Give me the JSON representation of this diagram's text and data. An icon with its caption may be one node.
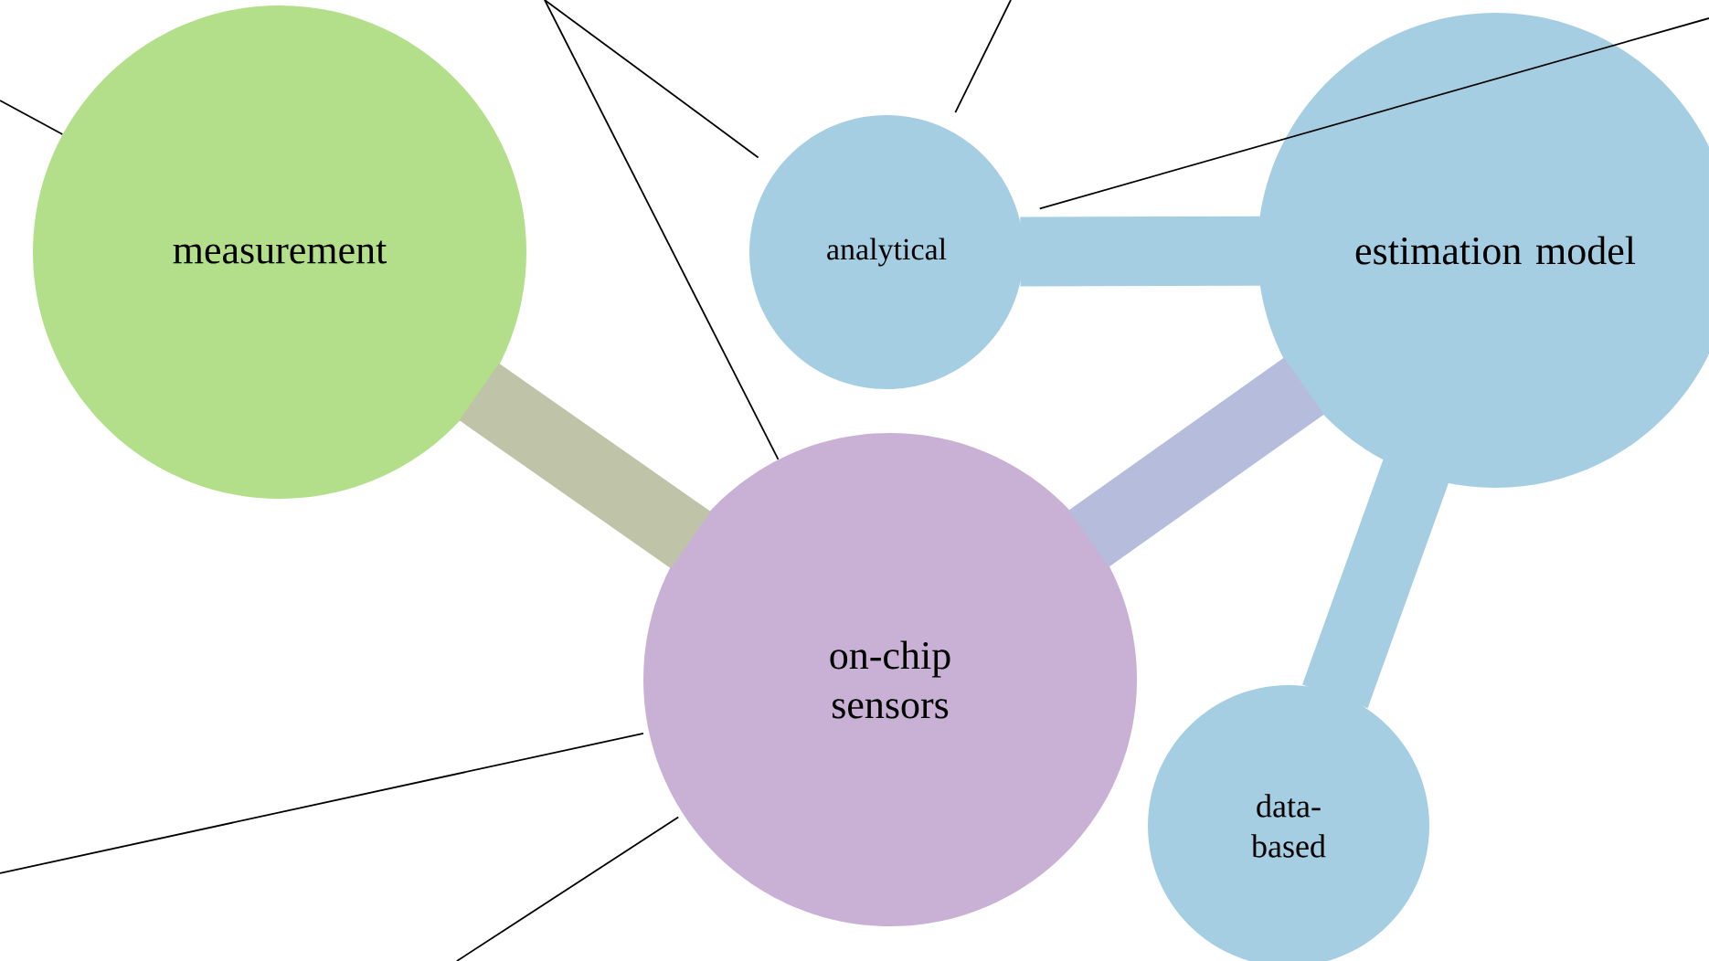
{
  "diagram": {
    "nodes": [
      {
        "text": [
          "measurement"
        ]
      },
      {
        "text": [
          "on-chip sensors"
        ]
      },
      {
        "text": [
          "analytical"
        ]
      },
      {
        "text": [
          "estimation model"
        ]
      },
      {
        "text": [
          "data-based"
        ]
      }
    ],
    "edges": [
      {
        "from": 0,
        "to": 1,
        "arrow": "none",
        "style": "thick",
        "color": "#bfc4a8"
      },
      {
        "from": 1,
        "to": 3,
        "arrow": "none",
        "style": "thick",
        "color": "#b6bcdc"
      },
      {
        "from": 3,
        "to": 2,
        "arrow": "none",
        "style": "thick",
        "color": "#a6cee3"
      },
      {
        "from": 3,
        "to": 4,
        "arrow": "none",
        "style": "thick",
        "color": "#a6cee3"
      },
      {
        "from": null,
        "to": 0,
        "arrow": "none"
      },
      {
        "from": null,
        "to": 1,
        "arrow": "none"
      },
      {
        "from": null,
        "to": 2,
        "arrow": "none"
      },
      {
        "from": null,
        "to": 2,
        "arrow": "none"
      },
      {
        "from": null,
        "to": 2,
        "arrow": "none"
      },
      {
        "from": null,
        "to": 1,
        "arrow": "none"
      },
      {
        "from": null,
        "to": 1,
        "arrow": "none"
      }
    ]
  }
}
